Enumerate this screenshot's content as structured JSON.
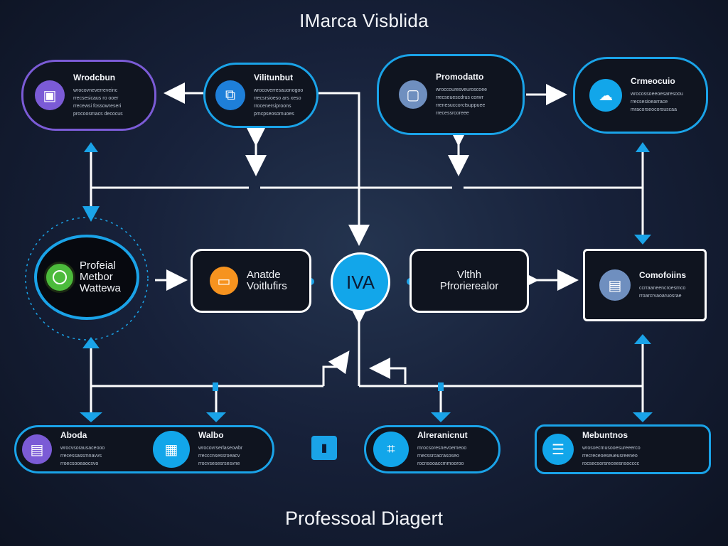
{
  "title": "IMarca Visblida",
  "footer": "Professoal Diagert",
  "colors": {
    "blue": "#1aa3e8",
    "purple": "#7b5bd6",
    "green": "#4cbb3c",
    "orange": "#f6931f",
    "steel": "#6f8fbf"
  },
  "top": [
    {
      "title": "Wrodcbun",
      "desc": "wrocovneverreveinc\nrrecsesicaus ro ooer\nrrecewsi fossowreseri\nprocoosmacs decocus",
      "icon": "image-frame-icon"
    },
    {
      "title": "Vilitunbut",
      "desc": "wrocoverresauonogoo\nrrecsrsioeso ars xeso\nrrocenersiproons\npmcpseosomuoes",
      "icon": "gallery-icon"
    },
    {
      "title": "Promodatto",
      "desc": "wroccouresveuroscoee\nrrecseuescdrus corwr\nrrenesuccorctsuppuee\nrrecessrcoreee",
      "icon": "picture-icon"
    },
    {
      "title": "Crmeocuio",
      "desc": "wrocossoeeoesaresoou\nrrecsesioearrace\nmracorseocorsuscaa",
      "icon": "cloud-icon"
    }
  ],
  "middle": {
    "left_lines": [
      "Profeial",
      "Metbor",
      "Wattewa"
    ],
    "mid_left": {
      "lines": [
        "Anatde",
        "Voitlufirs"
      ],
      "icon": "folder-icon"
    },
    "hub": "IVA",
    "mid_right": {
      "lines": [
        "Vlthh",
        "Pfrorierealor"
      ]
    },
    "right": {
      "title": "Comofoiins",
      "desc": "ccrraaneencroesmco\nrroarcrvaoaruosrae",
      "icon": "window-icon"
    }
  },
  "bottom": {
    "left_card": [
      {
        "title": "Aboda",
        "desc": "wrocvsorausaceooo\nrrecessassmnavvs\nrroecsooeaocsvo",
        "icon": "document-icon"
      },
      {
        "title": "Walbo",
        "desc": "wrocovrserlaseowbr\nrrecccnsessroeacv\nrrocvsesesrsesvne",
        "icon": "code-file-icon"
      }
    ],
    "small_icon": "tablet-icon",
    "mid_card": {
      "title": "Alreranicnut",
      "desc": "mrocsoresnevoemeoo\nrnecssrcacrasoseo\nrocnsooaccmmooroo",
      "icon": "crop-icon"
    },
    "right_card": {
      "title": "Mebuntnos",
      "desc": "wrosxecmusooesureeerco\nrrecreceoeseueusreeneo\nrocsecsorsreceesnsocccc",
      "icon": "list-icon"
    }
  }
}
